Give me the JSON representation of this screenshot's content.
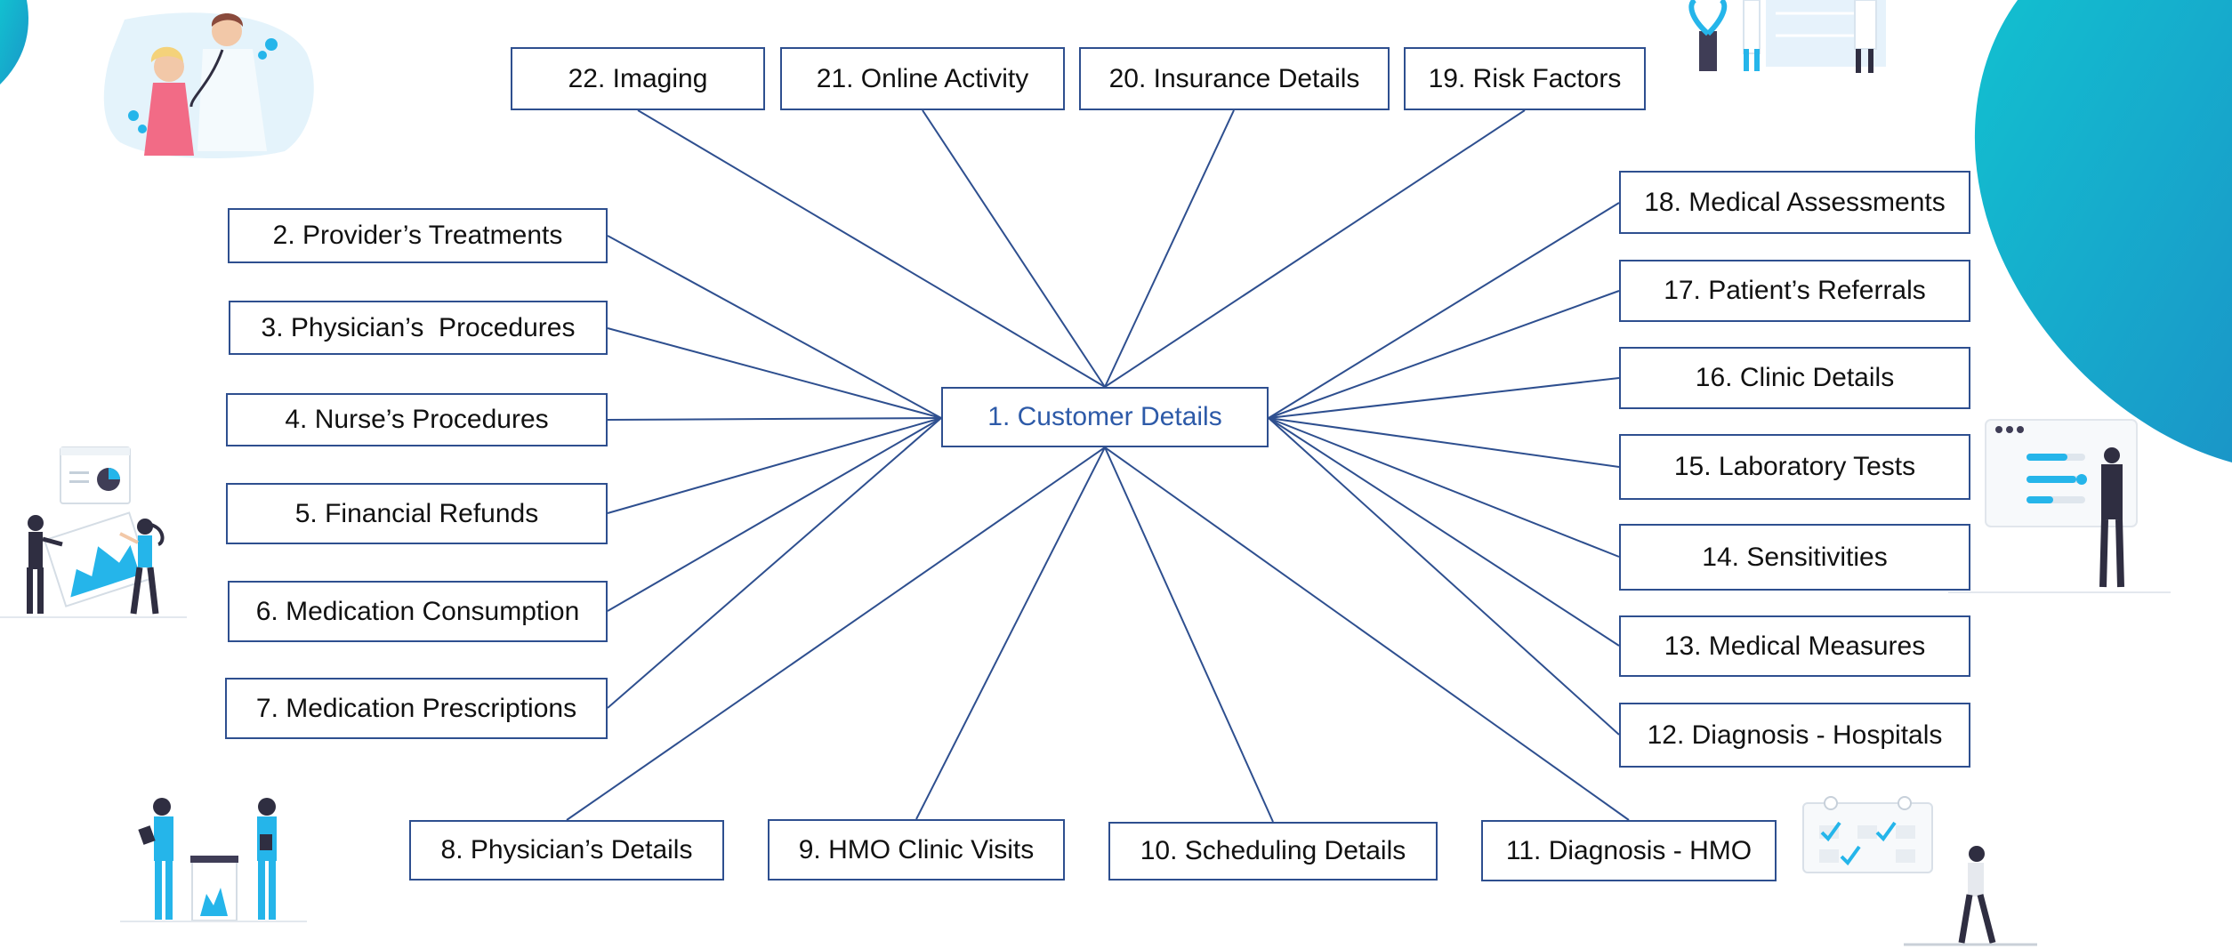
{
  "colors": {
    "line": "#2e4f8f",
    "center_text": "#2d5aa8",
    "accent_teal": "#1aa6c8",
    "accent_blue": "#25b5ea",
    "skin": "#f2c8a8",
    "dark": "#2f2e41"
  },
  "center": "1. Customer Details",
  "nodes": [
    {
      "id": 2,
      "label": "2. Provider’s Treatments"
    },
    {
      "id": 3,
      "label": "3. Physician’s  Procedures"
    },
    {
      "id": 4,
      "label": "4. Nurse’s Procedures"
    },
    {
      "id": 5,
      "label": "5. Financial Refunds"
    },
    {
      "id": 6,
      "label": "6. Medication Consumption"
    },
    {
      "id": 7,
      "label": "7. Medication Prescriptions"
    },
    {
      "id": 8,
      "label": "8. Physician’s Details"
    },
    {
      "id": 9,
      "label": "9. HMO Clinic Visits"
    },
    {
      "id": 10,
      "label": "10. Scheduling Details"
    },
    {
      "id": 11,
      "label": "11. Diagnosis - HMO"
    },
    {
      "id": 12,
      "label": "12. Diagnosis - Hospitals"
    },
    {
      "id": 13,
      "label": "13. Medical Measures"
    },
    {
      "id": 14,
      "label": "14. Sensitivities"
    },
    {
      "id": 15,
      "label": "15. Laboratory Tests"
    },
    {
      "id": 16,
      "label": "16. Clinic Details"
    },
    {
      "id": 17,
      "label": "17. Patient’s Referrals"
    },
    {
      "id": 18,
      "label": "18. Medical Assessments"
    },
    {
      "id": 19,
      "label": "19. Risk Factors"
    },
    {
      "id": 20,
      "label": "20. Insurance Details"
    },
    {
      "id": 21,
      "label": "21. Online Activity"
    },
    {
      "id": 22,
      "label": "22. Imaging"
    }
  ],
  "illustrations": {
    "top_left": "doctor-patient-illustration",
    "top_right": "clinic-staff-illustration",
    "left": "chart-presentation-illustration",
    "right": "checklist-screen-illustration",
    "bottom_left": "nurses-medicine-illustration",
    "bottom_right": "calendar-person-illustration"
  }
}
